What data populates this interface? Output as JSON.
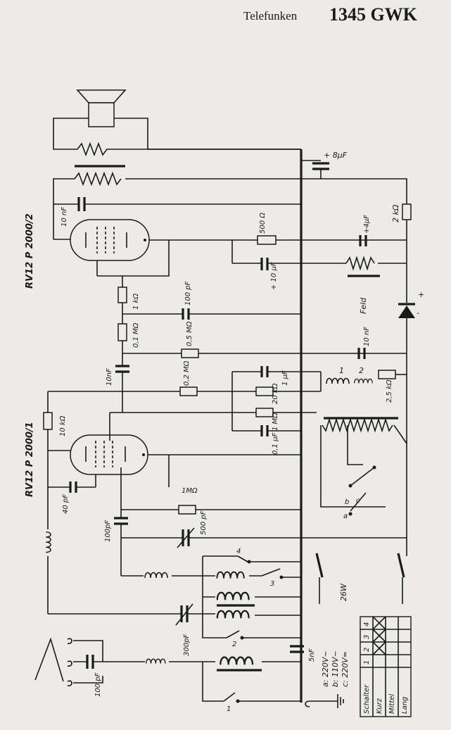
{
  "header": {
    "brand": "Telefunken",
    "model": "1345 GWK"
  },
  "tubes": {
    "output": "RV12 P 2000/2",
    "input": "RV12 P 2000/1"
  },
  "labels": {
    "c_10nF_top": "10 nF",
    "c_8uF": "+ 8µF",
    "r_500": "500 Ω",
    "c_4uF": "+4µF",
    "r_2k": "2 kΩ",
    "c_10uF": "+ 10 µF",
    "field": "Feld",
    "r_1k": "1 kΩ",
    "c_100pF_a": "100 pF",
    "r_01M": "0,1 MΩ",
    "r_05M": "0,5 MΩ",
    "c_10nF_mid": "10 nF",
    "c_10nF_left": "10nF",
    "r_02M": "0,2 MΩ",
    "c_1uF": "1 µF",
    "r_20k": "20 kΩ",
    "r_1M_a": "1 MΩ",
    "c_01uF": "0,1 µF",
    "r_10k": "10 kΩ",
    "r_25k": "2,5 kΩ",
    "coil_1": "1",
    "coil_2": "2",
    "c_40pF": "40 pF",
    "r_1M_b": "1MΩ",
    "c_100pF_b": "100pF",
    "c_500pF": "500 pF",
    "sw_a": "a",
    "sw_b": "b",
    "sw_c": "c",
    "sw_1": "1",
    "sw_2": "2",
    "sw_3": "3",
    "sw_4": "4",
    "c_300pF": "300pF",
    "c_100pF_ant": "100 pF",
    "c_5nF": "5nF",
    "power": "26W",
    "mains": [
      "a: 220V~",
      "b: 110V~",
      "c: 220V="
    ],
    "diode_plus": "+",
    "diode_minus": "-"
  },
  "switch_table": {
    "header": [
      "Schalter",
      "1",
      "2",
      "3",
      "4"
    ],
    "rows": [
      "Kurz",
      "Mittel",
      "Lang"
    ]
  }
}
